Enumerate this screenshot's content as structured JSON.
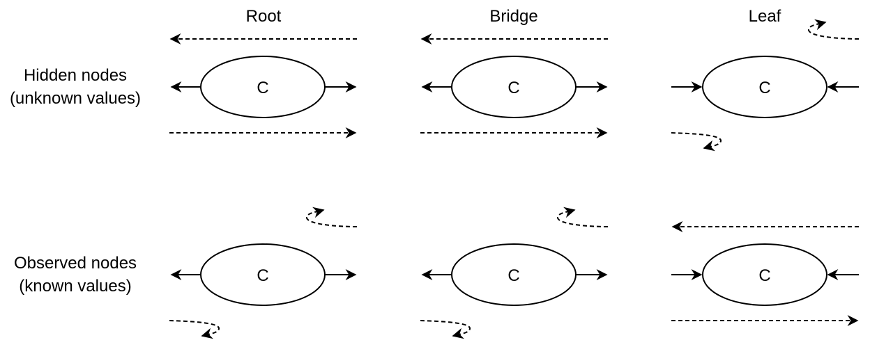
{
  "columns": [
    "Root",
    "Bridge",
    "Leaf"
  ],
  "rows": [
    {
      "line1": "Hidden nodes",
      "line2": "(unknown values)"
    },
    {
      "line1": "Observed nodes",
      "line2": "(known values)"
    }
  ],
  "node_label": "C"
}
